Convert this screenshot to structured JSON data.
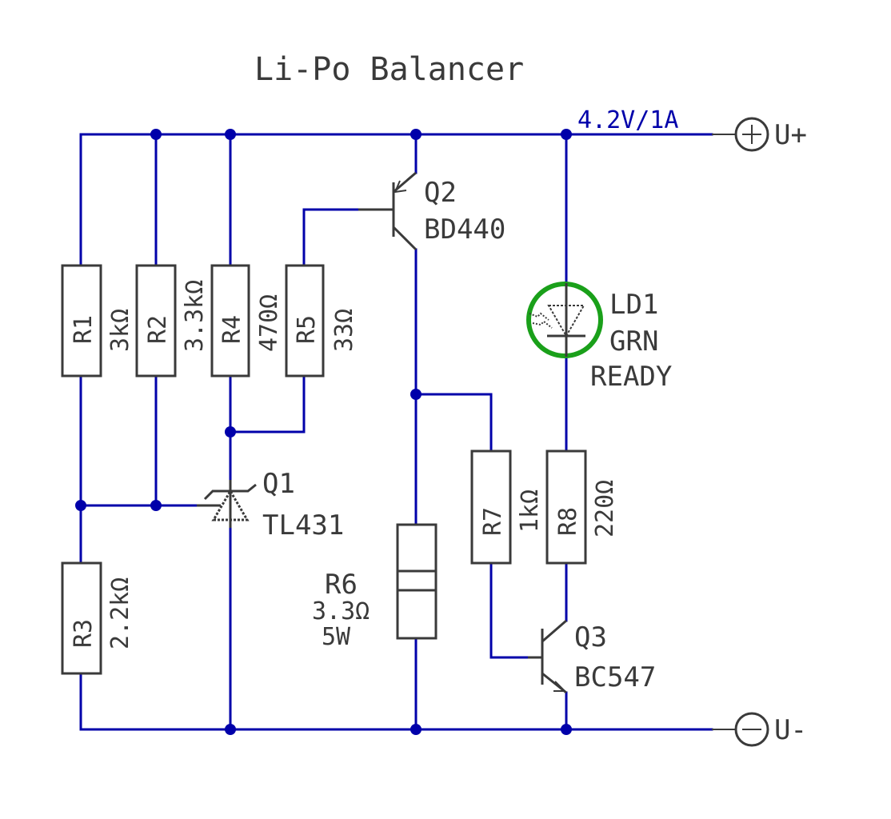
{
  "title": "Li-Po Balancer",
  "colors": {
    "wire": "#0000aa",
    "component": "#3a3a3a",
    "led_highlight": "#1aa01a",
    "background": "#ffffff"
  },
  "net_label": "4.2V/1A",
  "terminals": [
    {
      "id": "U+",
      "symbol": "plus",
      "label": "U+"
    },
    {
      "id": "U-",
      "symbol": "minus",
      "label": "U-"
    }
  ],
  "components": {
    "R1": {
      "ref": "R1",
      "value": "3kΩ"
    },
    "R2": {
      "ref": "R2",
      "value": "3.3kΩ"
    },
    "R3": {
      "ref": "R3",
      "value": "2.2kΩ"
    },
    "R4": {
      "ref": "R4",
      "value": "470Ω"
    },
    "R5": {
      "ref": "R5",
      "value": "33Ω"
    },
    "R6": {
      "ref": "R6",
      "value": "3.3Ω",
      "power": "5W"
    },
    "R7": {
      "ref": "R7",
      "value": "1kΩ"
    },
    "R8": {
      "ref": "R8",
      "value": "220Ω"
    },
    "Q1": {
      "ref": "Q1",
      "part": "TL431"
    },
    "Q2": {
      "ref": "Q2",
      "part": "BD440"
    },
    "Q3": {
      "ref": "Q3",
      "part": "BC547"
    },
    "LD1": {
      "ref": "LD1",
      "color": "GRN",
      "function": "READY"
    }
  }
}
